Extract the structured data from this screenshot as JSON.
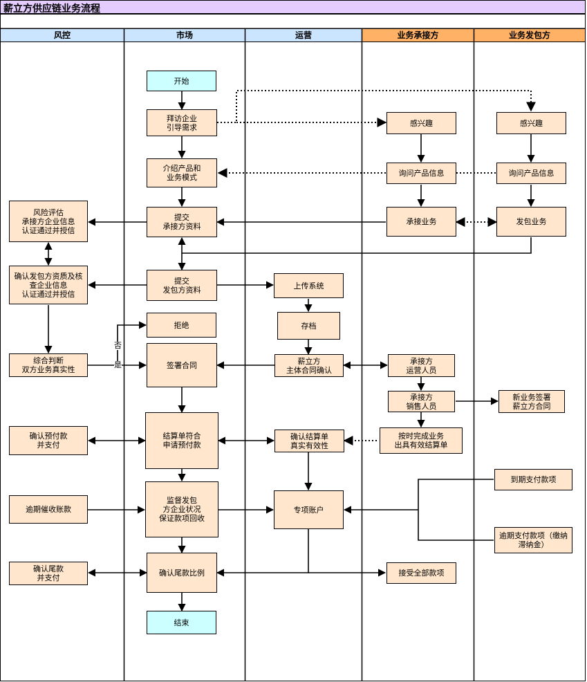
{
  "title": "薪立方供应链业务流程",
  "lanes": [
    "风控",
    "市场",
    "运营",
    "业务承接方",
    "业务发包方"
  ],
  "nodes": {
    "start": "开始",
    "visit": "拜访企业\n引导需求",
    "intro": "介绍产品和\n业务模式",
    "submit_a": "提交\n承接方资料",
    "risk_eval": "风险评估\n承接方企业信息\n认证通过并授信",
    "submit_b": "提交\n发包方资料",
    "confirm_b": "确认发包方资质及核\n查企业信息\n认证通过并授信",
    "reject": "拒绝",
    "judge": "综合判断\n双方业务真实性",
    "sign": "签署合同",
    "upload": "上传系统",
    "archive": "存档",
    "main_confirm": "薪立方\n主体合同确认",
    "interest_a": "感兴趣",
    "ask_a": "询问产品信息",
    "accept_biz": "承接业务",
    "interest_b": "感兴趣",
    "ask_b": "询问产品信息",
    "outsource": "发包业务",
    "ops_staff": "承接方\n运营人员",
    "sales_staff": "承接方\n销售人员",
    "new_contract": "新业务签署\n薪立方合同",
    "prepay_confirm": "确认预付款\n并支付",
    "settle_apply": "结算单符合\n申请预付款",
    "settle_confirm": "确认结算单\n真实有效性",
    "complete": "按时完成业务\n出具有效结算单",
    "collect": "逾期催收账款",
    "supervise": "监督发包\n方企业状况\n保证款项回收",
    "account": "专项账户",
    "due_pay": "到期支付款项",
    "overdue_pay": "逾期支付款项（缴纳\n滞纳金）",
    "final_confirm": "确认尾款\n并支付",
    "final_ratio": "确认尾款比例",
    "receive_all": "接受全部款项",
    "end": "结束"
  },
  "edge_labels": {
    "no": "否",
    "yes": "是"
  }
}
